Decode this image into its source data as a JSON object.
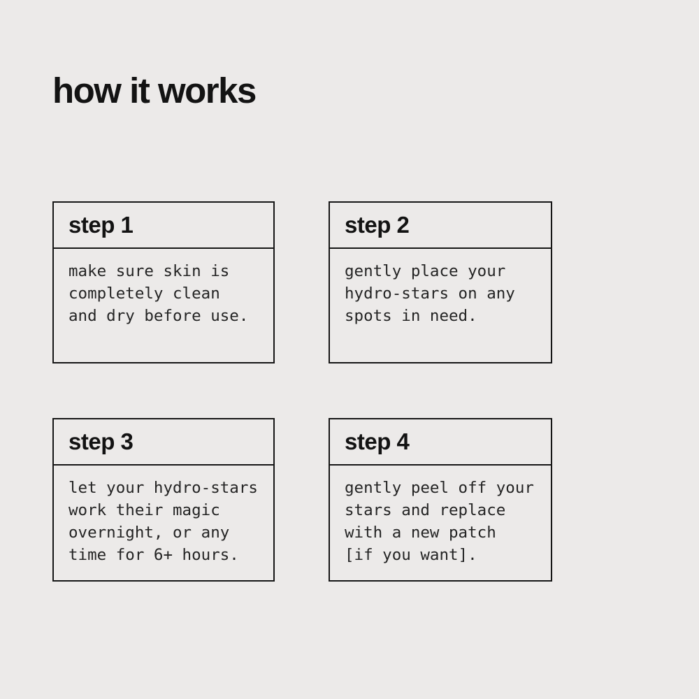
{
  "page": {
    "title": "how it works"
  },
  "colors": {
    "background": "#eceae9",
    "card_border": "#161616",
    "heading_text": "#131313",
    "body_text": "#242424"
  },
  "steps": [
    {
      "label": "step 1",
      "body": "make sure skin is\ncompletely clean\nand dry before use."
    },
    {
      "label": "step 2",
      "body": "gently place your\nhydro-stars on any\nspots in need."
    },
    {
      "label": "step 3",
      "body": "let your hydro-stars\nwork their magic\novernight, or any\ntime for 6+ hours."
    },
    {
      "label": "step 4",
      "body": "gently peel off your\nstars and replace\nwith a new patch\n[if you want]."
    }
  ]
}
